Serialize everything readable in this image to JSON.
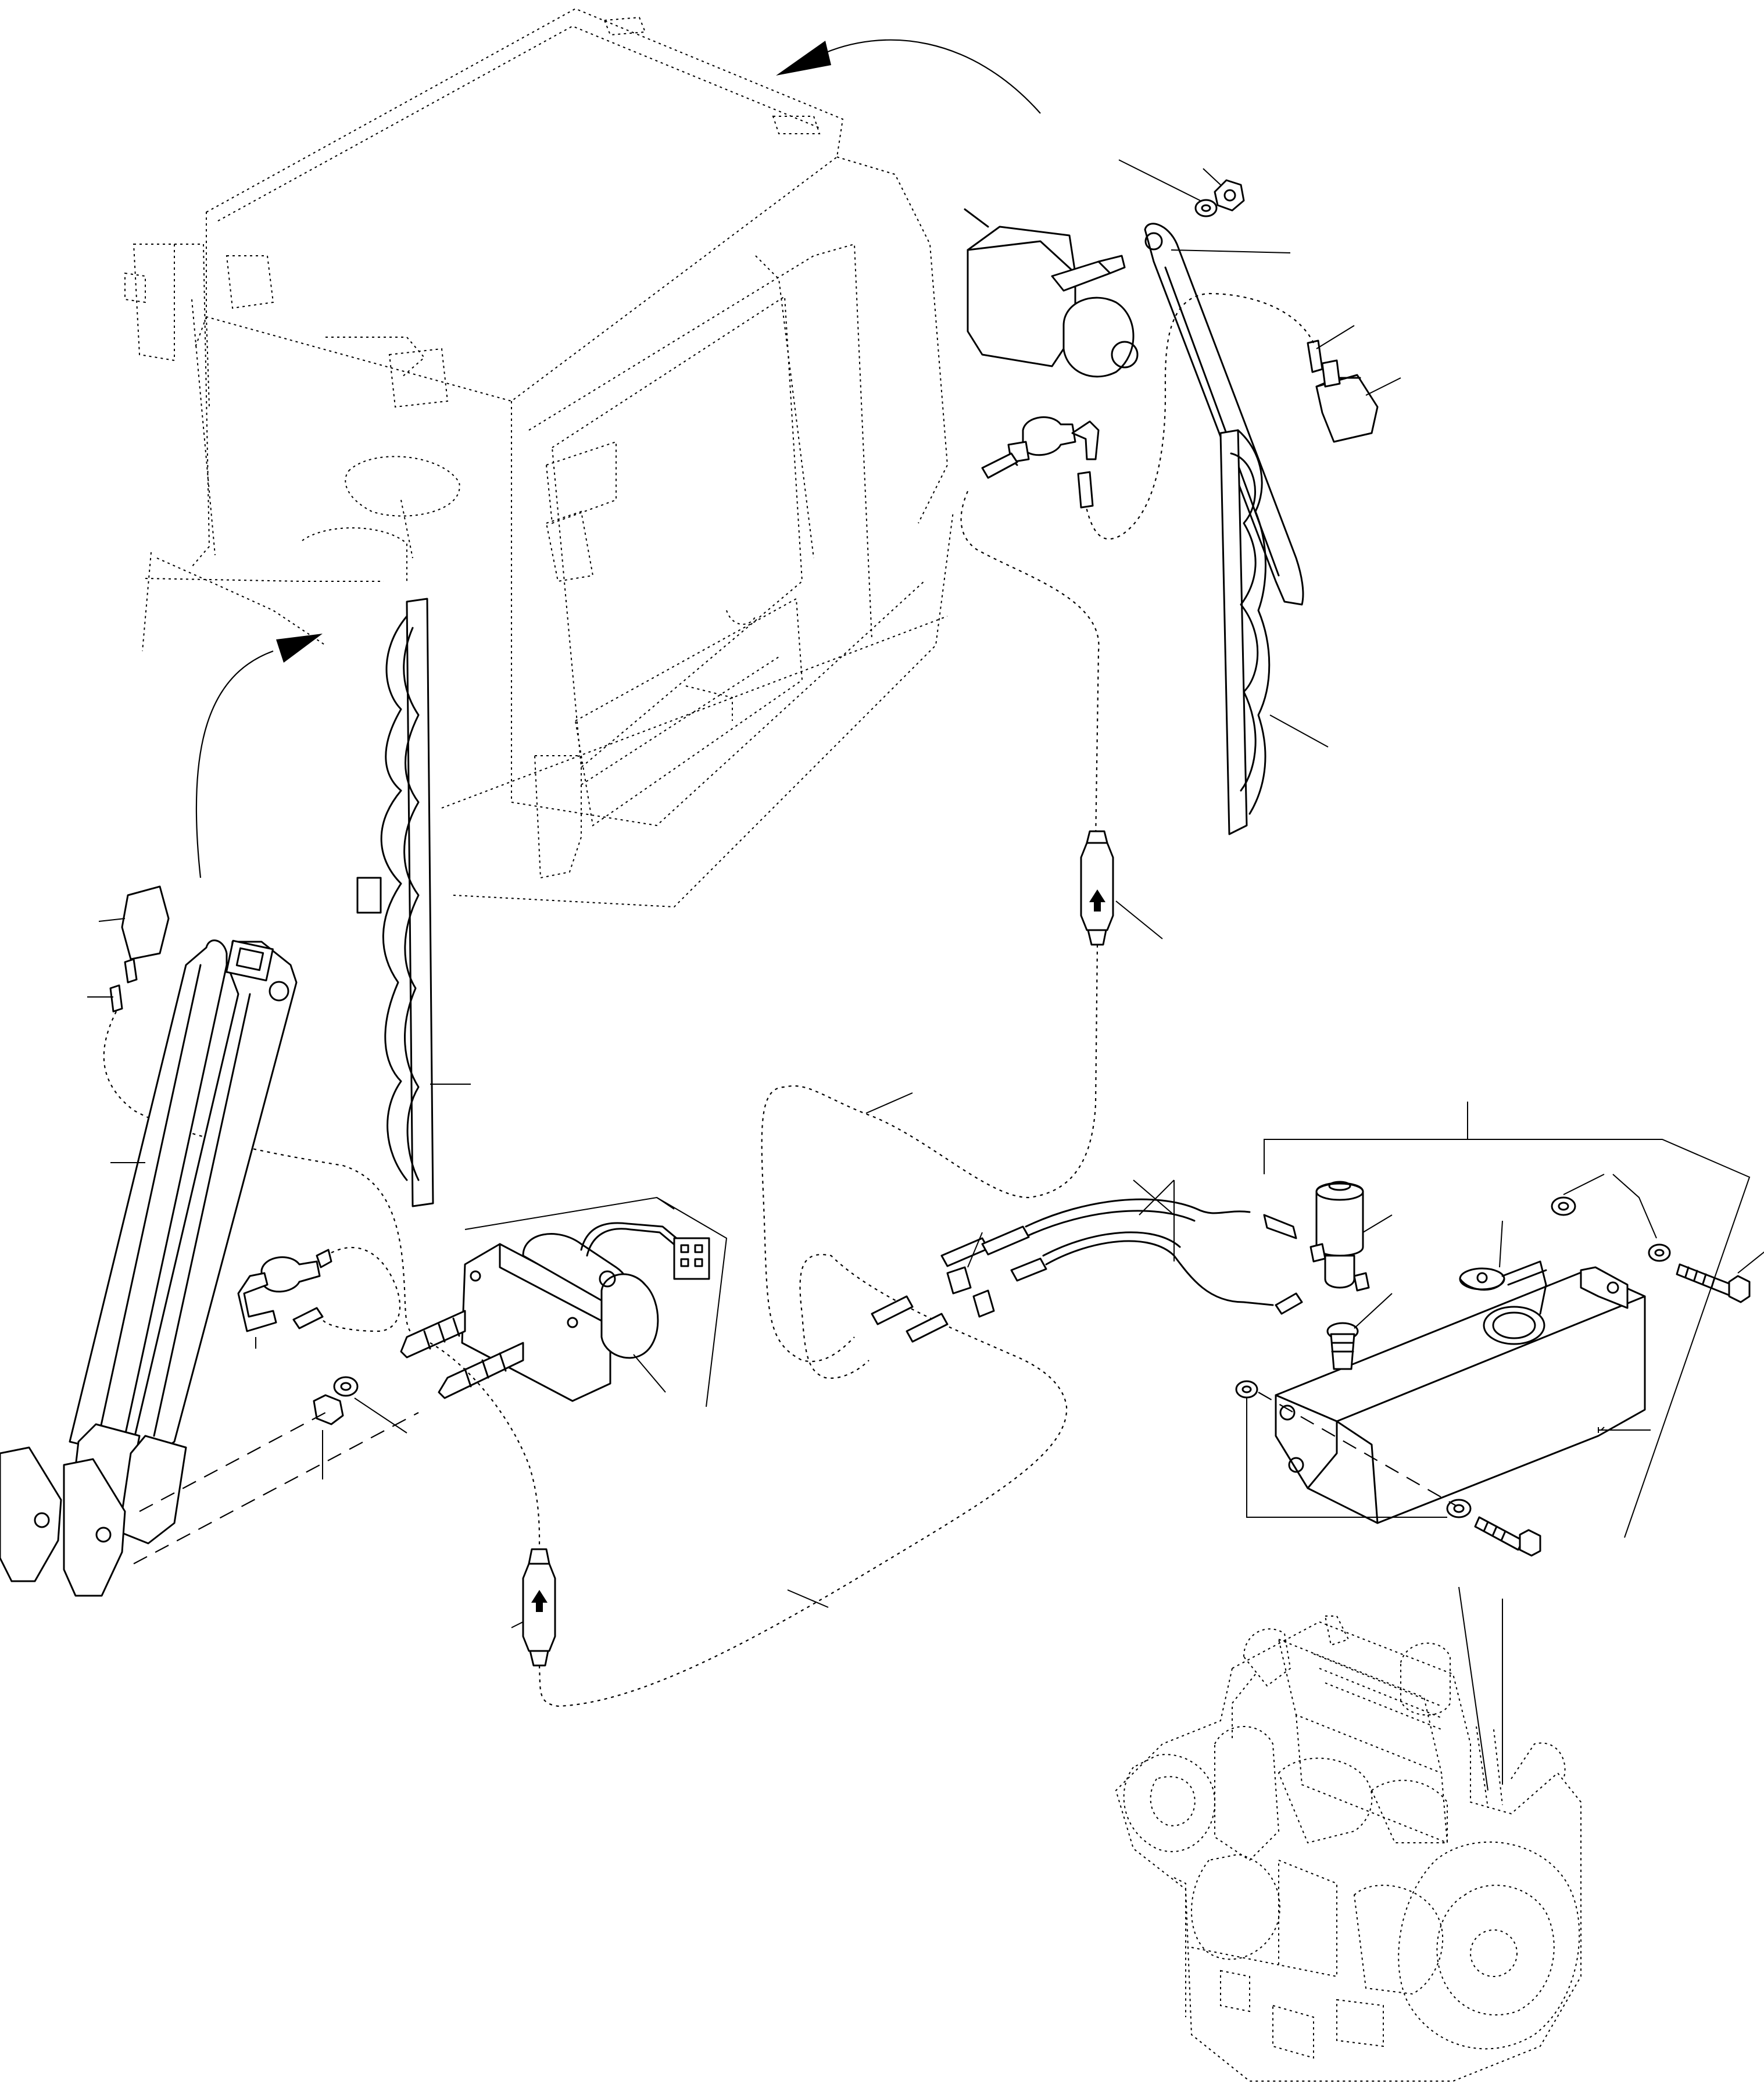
{
  "diagram": {
    "style": "line-art exploded parts view, no printed text or reference numbers",
    "ink_color": "#000000",
    "paper_color": "#ffffff",
    "components": [
      {
        "id": "cab",
        "label": "operator-cab-outline"
      },
      {
        "id": "engine",
        "label": "engine-outline"
      },
      {
        "id": "front-wiper-motor"
      },
      {
        "id": "rear-wiper-motor"
      },
      {
        "id": "front-wiper-arm"
      },
      {
        "id": "rear-wiper-arm"
      },
      {
        "id": "front-wiper-blade"
      },
      {
        "id": "rear-wiper-blade"
      },
      {
        "id": "washer-reservoir"
      },
      {
        "id": "washer-pump"
      },
      {
        "id": "check-valve-front"
      },
      {
        "id": "check-valve-rear"
      },
      {
        "id": "washer-hose"
      },
      {
        "id": "washer-nozzles"
      },
      {
        "id": "fasteners"
      }
    ]
  }
}
